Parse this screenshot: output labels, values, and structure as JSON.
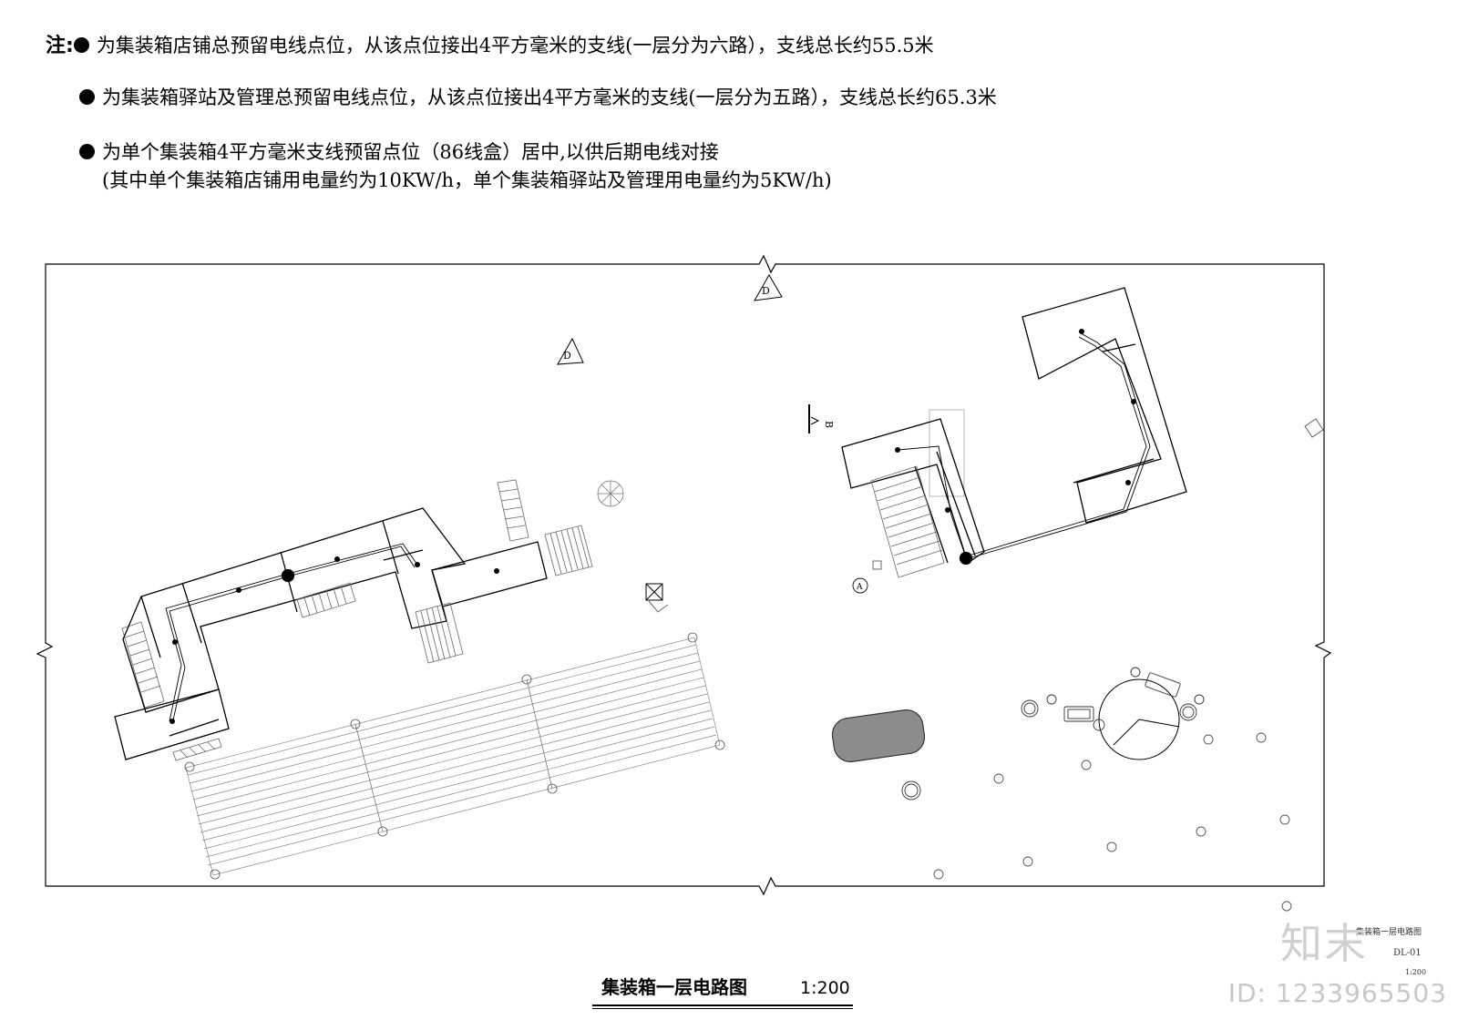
{
  "notes": {
    "prefix": "注:",
    "items": [
      "为集装箱店铺总预留电线点位，从该点位接出4平方毫米的支线(一层分为六路），支线总长约55.5米",
      "为集装箱驿站及管理总预留电线点位，从该点位接出4平方毫米的支线(一层分为五路），支线总长约65.3米",
      "为单个集装箱4平方毫米支线预留点位（86线盒）居中,以供后期电线对接"
    ],
    "sub_note": "(其中单个集装箱店铺用电量约为10KW/h，单个集装箱驿站及管理用电量约为5KW/h)"
  },
  "plan": {
    "markers": {
      "d1": "D",
      "d2": "D",
      "a": "A",
      "b": "B"
    }
  },
  "title_block": {
    "title": "集装箱一层电路图",
    "scale": "1:200"
  },
  "sheet_info": {
    "name": "集装箱一层电路图",
    "code": "DL-01",
    "scale": "1:200"
  },
  "watermark": {
    "logo": "知末",
    "id": "ID: 1233965503"
  },
  "colors": {
    "line": "#000000",
    "thin_line": "#555555",
    "pool_fill": "#8c8c8c",
    "watermark": "#d0d0d0"
  }
}
